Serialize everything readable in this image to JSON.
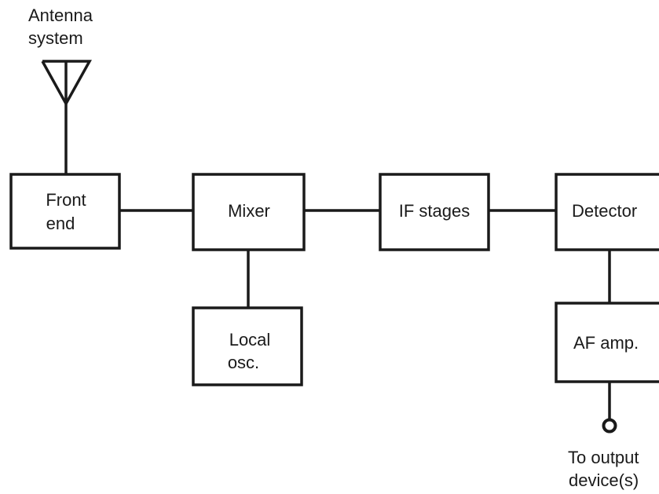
{
  "diagram": {
    "antenna": {
      "line1": "Antenna",
      "line2": "system"
    },
    "front_end": {
      "line1": "Front",
      "line2": "end"
    },
    "mixer": {
      "label": "Mixer"
    },
    "local_osc": {
      "line1": "Local",
      "line2": "osc."
    },
    "if_stages": {
      "label": "IF stages"
    },
    "detector": {
      "label": "Detector"
    },
    "af_amp": {
      "label": "AF amp."
    },
    "output": {
      "line1": "To output",
      "line2": "device(s)"
    }
  }
}
